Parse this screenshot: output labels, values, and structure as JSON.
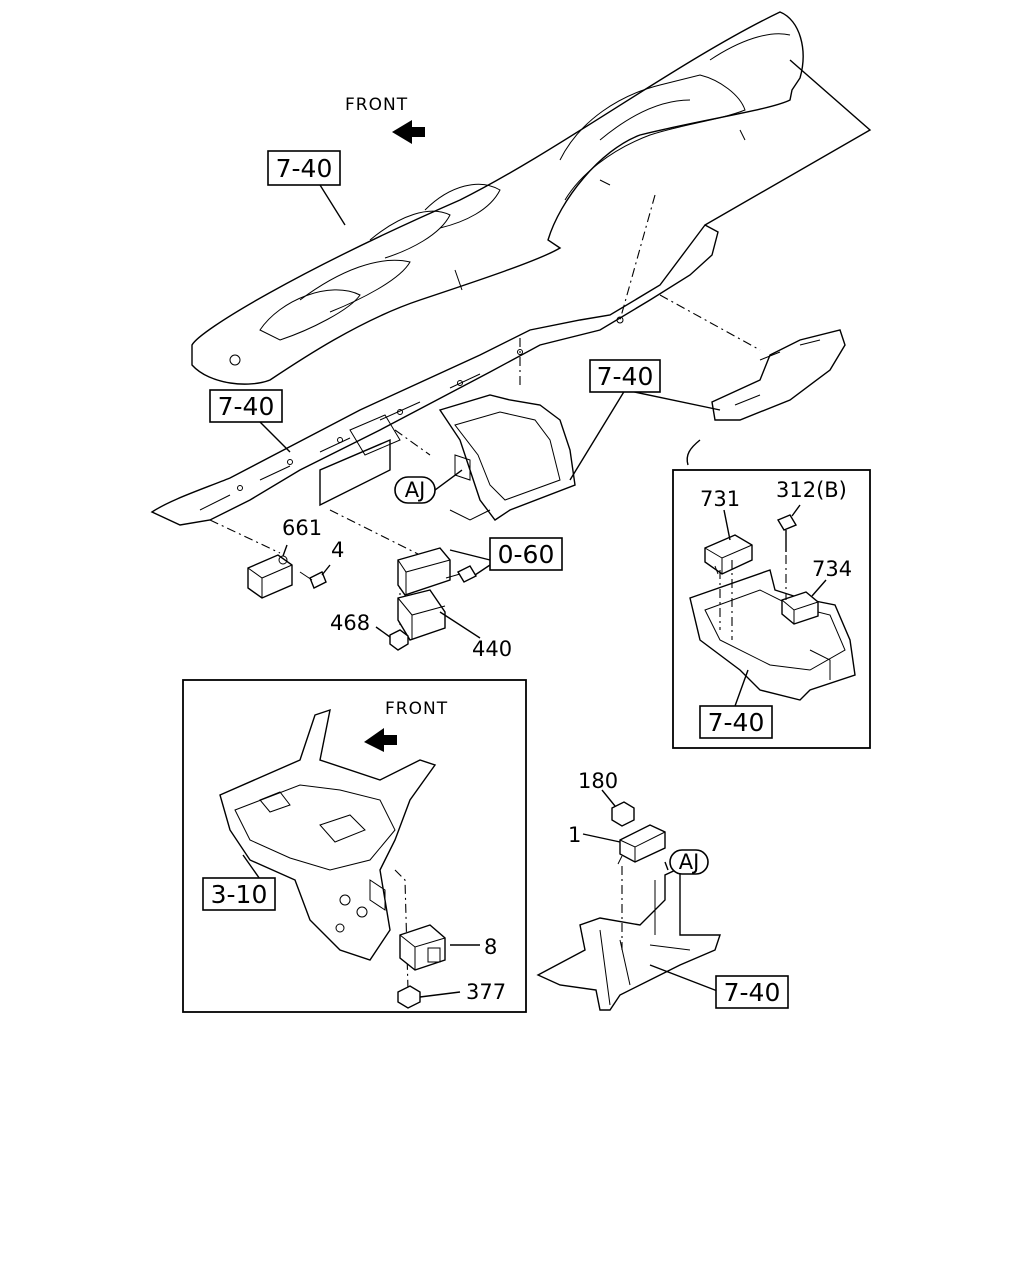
{
  "diagram": {
    "front_labels": [
      "FRONT",
      "FRONT"
    ],
    "ref_boxes": {
      "dash_upper": "7-40",
      "dash_lower": "7-40",
      "cross_member": "7-40",
      "inset_right_bracket": "7-40",
      "center_bracket": "7-40",
      "frame_stay": "3-10",
      "screw_ref": "0-60"
    },
    "aj_labels": [
      "AJ",
      "AJ"
    ],
    "part_numbers": {
      "p661": "661",
      "p4": "4",
      "p468": "468",
      "p440": "440",
      "p731": "731",
      "p312": "312(B)",
      "p734": "734",
      "p180": "180",
      "p1": "1",
      "p8": "8",
      "p377": "377"
    }
  }
}
